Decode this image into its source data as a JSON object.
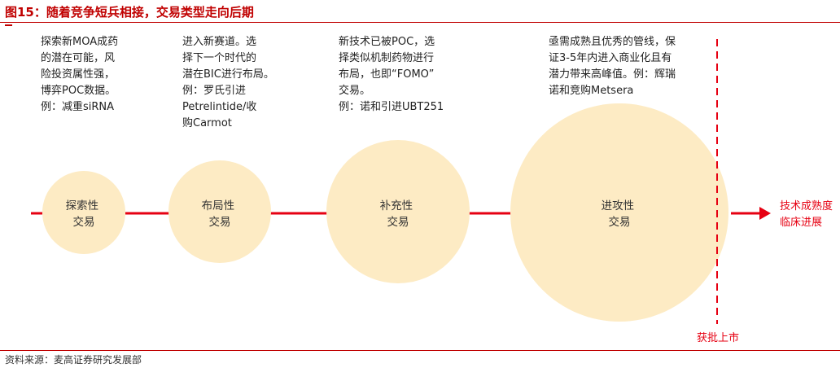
{
  "figure": {
    "title": "图15：随着竞争短兵相接，交易类型走向后期",
    "source": "资料来源：麦高证券研究发展部"
  },
  "stages": [
    {
      "label": "探索性\n交易",
      "description": "探索新MOA成药\n的潜在可能，风\n险投资属性强，\n博弈POC数据。\n例：减重siRNA"
    },
    {
      "label": "布局性\n交易",
      "description": "进入新赛道。选\n择下一个时代的\n潜在BIC进行布局。\n例：罗氏引进\nPetrelintide/收\n购Carmot"
    },
    {
      "label": "补充性\n交易",
      "description": "新技术已被POC，选\n择类似机制药物进行\n布局，也即“FOMO”\n交易。\n例：诺和引进UBT251"
    },
    {
      "label": "进攻性\n交易",
      "description": "亟需成熟且优秀的管线，保\n证3-5年内进入商业化且有\n潜力带来高峰值。例：辉瑞\n诺和竞购Metsera"
    }
  ],
  "axis": {
    "end_label": "技术成熟度\n临床进展",
    "milestone_label": "获批上市"
  },
  "colors": {
    "circle_fill": "#fdebc4",
    "axis": "#e60012",
    "title": "#c00000"
  }
}
